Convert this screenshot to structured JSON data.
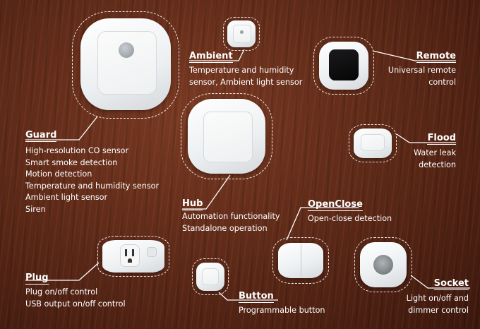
{
  "devices": {
    "guard": {
      "title": "Guard",
      "lines": [
        "High-resolution CO sensor",
        "Smart smoke detection",
        "Motion detection",
        "Temperature and humidity sensor",
        "Ambient light sensor",
        "Siren"
      ]
    },
    "ambient": {
      "title": "Ambient",
      "lines": [
        "Temperature and humidity",
        "sensor, Ambient light sensor"
      ]
    },
    "remote": {
      "title": "Remote",
      "lines": [
        "Universal remote",
        "control"
      ]
    },
    "flood": {
      "title": "Flood",
      "lines": [
        "Water leak",
        "detection"
      ]
    },
    "hub": {
      "title": "Hub",
      "lines": [
        "Automation functionality",
        "Standalone operation"
      ]
    },
    "openclose": {
      "title": "OpenClose",
      "lines": [
        "Open-close detection"
      ]
    },
    "plug": {
      "title": "Plug",
      "lines": [
        "Plug on/off control",
        "USB output on/off control"
      ]
    },
    "button": {
      "title": "Button",
      "lines": [
        "Programmable button"
      ]
    },
    "socket": {
      "title": "Socket",
      "lines": [
        "Light on/off and",
        "dimmer control"
      ]
    }
  },
  "colors": {
    "wood": "#5a2716",
    "label": "#ffffff",
    "device": "#f2f4f5"
  }
}
